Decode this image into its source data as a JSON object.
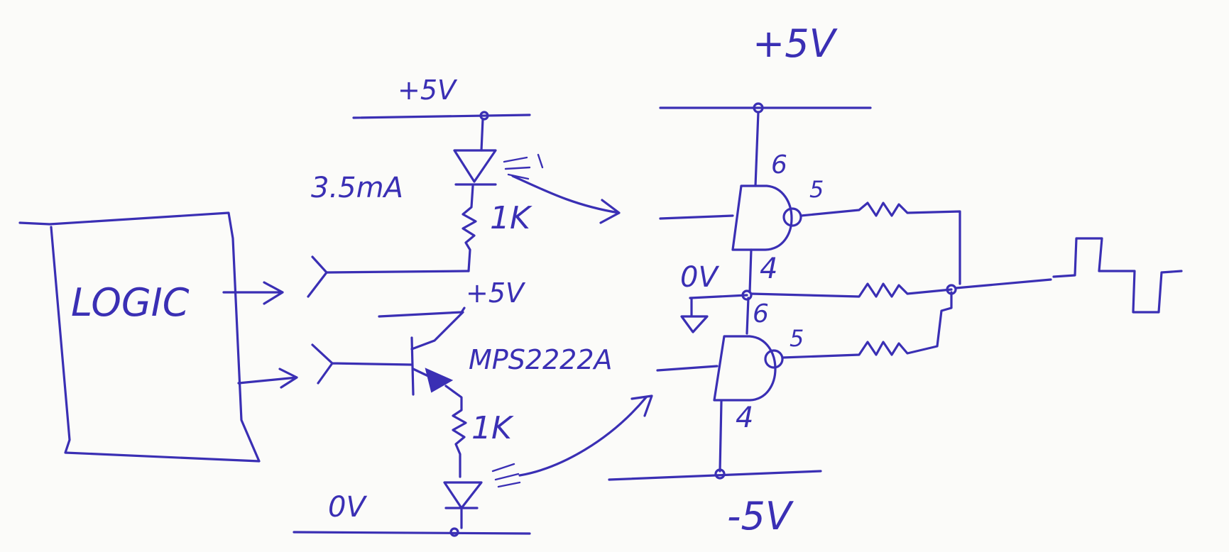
{
  "labels": {
    "logic_block": "LOGIC",
    "rail_top_left": "+5V",
    "current": "3.5mA",
    "r1": "1K",
    "rail_mid": "+5V",
    "transistor": "MPS2222A",
    "r2": "1K",
    "ground_bottom": "0V",
    "rail_top_right": "+5V",
    "pin_vcc_top": "6",
    "pin_out_top": "5",
    "pin_gnd_top": "4",
    "ground_right": "0V",
    "pin_vcc_bottom": "6",
    "pin_out_bottom": "5",
    "pin_gnd_bottom": "4",
    "rail_bottom_right": "-5V"
  },
  "colors": {
    "ink": "#3a2fb4",
    "paper": "#fbfbf9"
  }
}
